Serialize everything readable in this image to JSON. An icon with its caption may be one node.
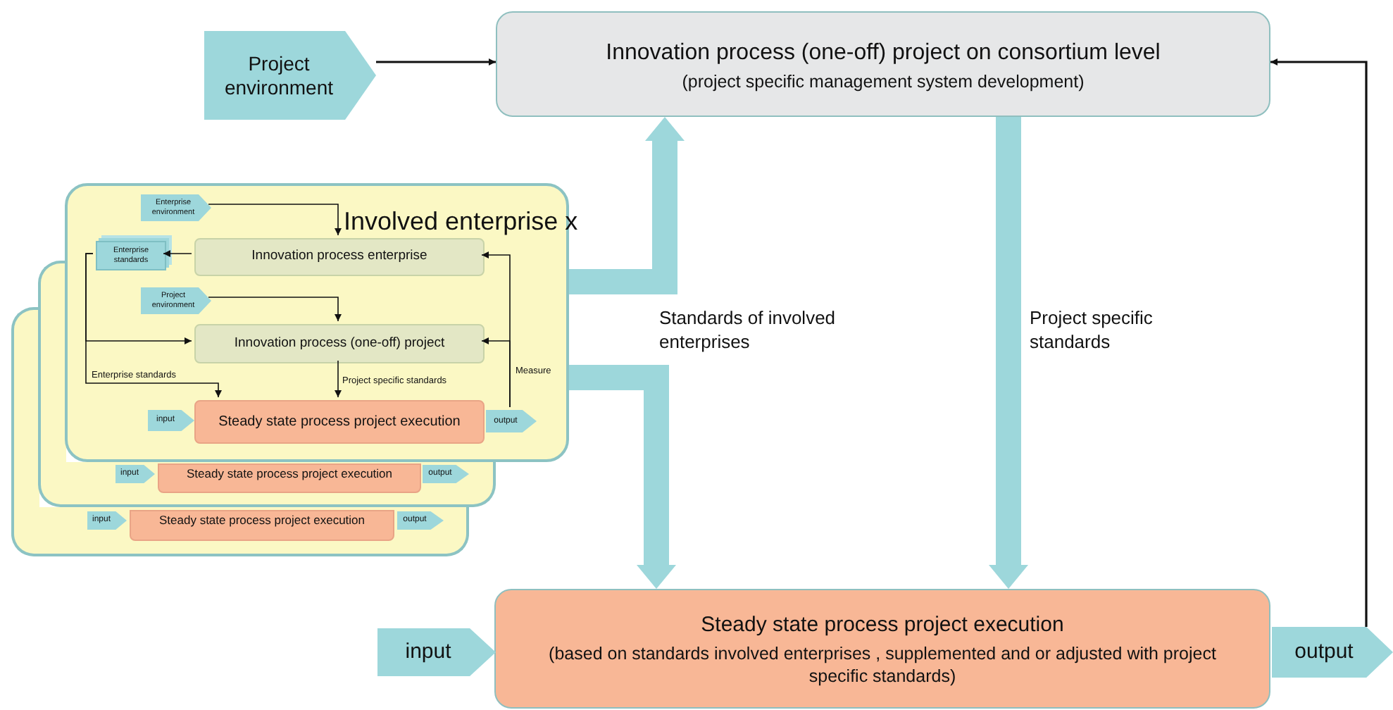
{
  "diagram": {
    "nodes": [
      {
        "text": [
          "Project environment"
        ]
      },
      {
        "text": [
          "Innovation process (one-off) project on consortium level",
          "(project specific management system development)"
        ]
      },
      {
        "text": [
          "Involved enterprise x"
        ]
      },
      {
        "text": [
          "Enterprise environment"
        ],
        "in": 2
      },
      {
        "text": [
          "Enterprise standards"
        ],
        "in": 2
      },
      {
        "text": [
          "Innovation process enterprise"
        ],
        "in": 2
      },
      {
        "text": [
          "Project environment"
        ],
        "in": 2
      },
      {
        "text": [
          "Innovation process (one-off) project"
        ],
        "in": 2
      },
      {
        "text": [
          "input"
        ],
        "in": 2
      },
      {
        "text": [
          "Steady state process project execution"
        ],
        "in": 2
      },
      {
        "text": [
          "output"
        ],
        "in": 2
      },
      {
        "text": [],
        "shape": "box"
      },
      {
        "text": [
          "input"
        ],
        "in": 11
      },
      {
        "text": [
          "Steady state process project execution"
        ],
        "in": 11
      },
      {
        "text": [
          "output"
        ],
        "in": 11
      },
      {
        "text": [],
        "shape": "box"
      },
      {
        "text": [
          "input"
        ],
        "in": 15
      },
      {
        "text": [
          "Steady state process project execution"
        ],
        "in": 15
      },
      {
        "text": [
          "output"
        ],
        "in": 15
      },
      {
        "text": [
          "Steady state process project execution",
          "(based on standards involved enterprises , supplemented and or adjusted with project specific standards)"
        ]
      },
      {
        "text": [
          "input"
        ]
      },
      {
        "text": [
          "output"
        ]
      }
    ],
    "edges": [
      {
        "from": 0,
        "to": 1,
        "arrow": "to"
      },
      {
        "from": 21,
        "to": 1,
        "arrow": "to"
      },
      {
        "from": 2,
        "to": 1,
        "arrow": "to",
        "style": "thick",
        "color": "#9dd7db"
      },
      {
        "from": 2,
        "to": 19,
        "arrow": "to",
        "style": "thick",
        "color": "#9dd7db",
        "label": "Standards of involved enterprises"
      },
      {
        "from": 1,
        "to": 19,
        "arrow": "to",
        "style": "thick",
        "color": "#9dd7db",
        "label": "Project specific standards"
      },
      {
        "from": 3,
        "to": 5,
        "arrow": "to"
      },
      {
        "from": 5,
        "to": 4,
        "arrow": "to"
      },
      {
        "from": 6,
        "to": 7,
        "arrow": "to"
      },
      {
        "from": 4,
        "to": 7,
        "arrow": "to"
      },
      {
        "from": 4,
        "to": 9,
        "arrow": "to",
        "label": "Enterprise standards"
      },
      {
        "from": 7,
        "to": 9,
        "arrow": "to",
        "label": "Project specific standards"
      },
      {
        "from": 10,
        "to": 5,
        "arrow": "to"
      },
      {
        "from": 10,
        "to": 7,
        "arrow": "to",
        "label": "Measure"
      }
    ]
  }
}
